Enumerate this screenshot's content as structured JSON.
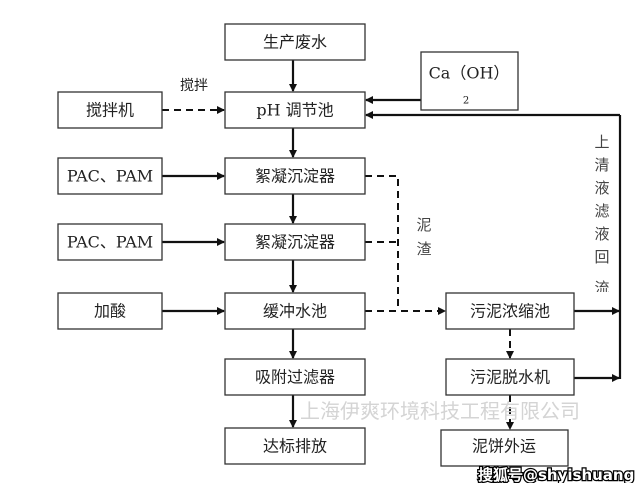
{
  "boxes": {
    "wastewater": "生产废水",
    "ph_tank": "pH 调节池",
    "floc1": "絮凝沉淀器",
    "floc2": "絮凝沉淀器",
    "buffer": "缓冲水池",
    "adsorb": "吸附过滤器",
    "discharge": "达标排放",
    "mixer": "搅拌机",
    "pac1": "PAC、PAM",
    "pac2": "PAC、PAM",
    "acid": "加酸",
    "caoh": "Ca（OH）",
    "caoh_sub": "2",
    "thickener": "污泥浓缩池",
    "dewater": "污泥脱水机",
    "cake": "泥饼外运"
  },
  "labels": {
    "stir": "搅拌",
    "sludge": [
      "泥",
      "渣"
    ],
    "return": [
      "上",
      "清",
      "液",
      "滤",
      "液",
      "回",
      "流"
    ]
  },
  "watermarks": {
    "company": "上海伊爽环境科技工程有限公司",
    "sohu": "搜狐号@shyishuang"
  }
}
